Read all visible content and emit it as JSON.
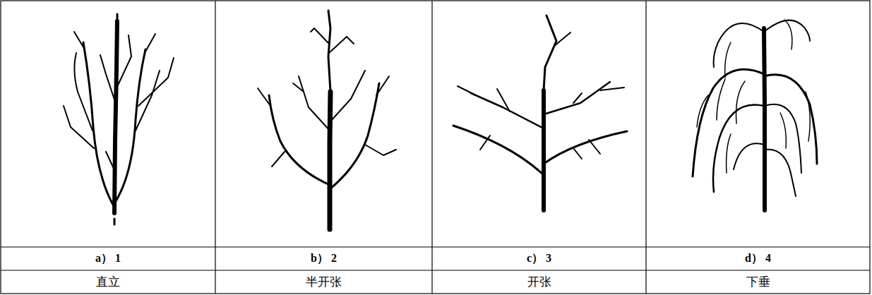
{
  "diagram": {
    "labels": [
      "a） 1",
      "b） 2",
      "c） 3",
      "d） 4",
      "直立",
      "半开张",
      "开张",
      "下垂"
    ]
  }
}
